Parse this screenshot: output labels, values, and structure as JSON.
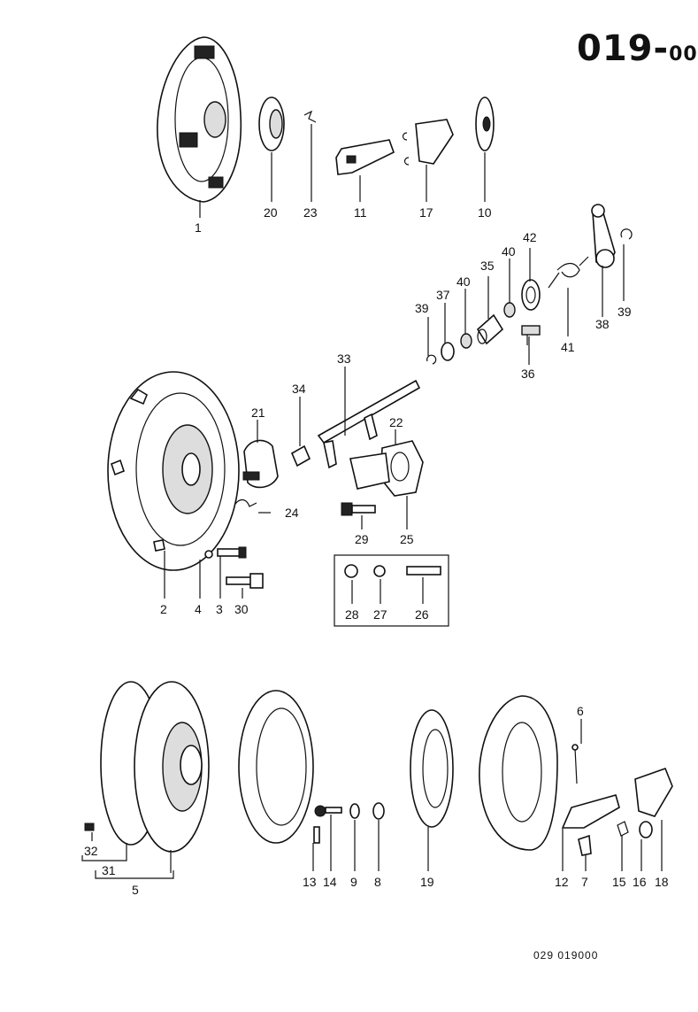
{
  "header": {
    "title_main": "019-",
    "title_suffix": "00"
  },
  "footer": {
    "reference": "029  019000"
  },
  "callouts": {
    "n1": "1",
    "n2": "2",
    "n3": "3",
    "n4": "4",
    "n5": "5",
    "n6": "6",
    "n7": "7",
    "n8": "8",
    "n9": "9",
    "n10": "10",
    "n11": "11",
    "n12": "12",
    "n13": "13",
    "n14": "14",
    "n15": "15",
    "n16": "16",
    "n17": "17",
    "n18": "18",
    "n19": "19",
    "n20": "20",
    "n21": "21",
    "n22": "22",
    "n23": "23",
    "n24": "24",
    "n25": "25",
    "n26": "26",
    "n27": "27",
    "n28": "28",
    "n29": "29",
    "n30": "30",
    "n31": "31",
    "n32": "32",
    "n33": "33",
    "n34": "34",
    "n35": "35",
    "n36": "36",
    "n37": "37",
    "n38": "38",
    "n39a": "39",
    "n39b": "39",
    "n40a": "40",
    "n40b": "40",
    "n41": "41",
    "n42": "42"
  }
}
